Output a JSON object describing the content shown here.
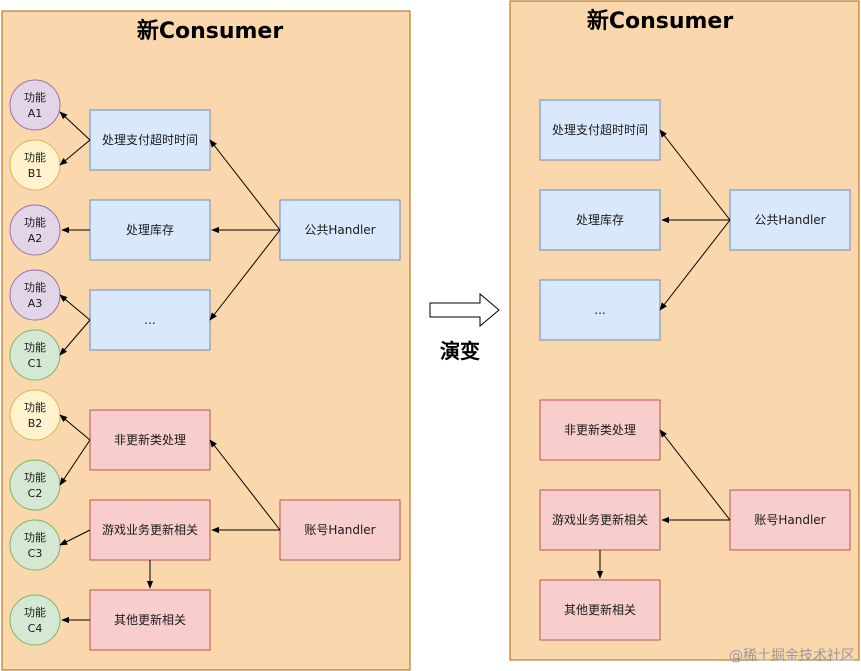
{
  "left_panel": {
    "title": "新Consumer",
    "circles": [
      {
        "line1": "功能",
        "line2": "A1"
      },
      {
        "line1": "功能",
        "line2": "B1"
      },
      {
        "line1": "功能",
        "line2": "A2"
      },
      {
        "line1": "功能",
        "line2": "A3"
      },
      {
        "line1": "功能",
        "line2": "C1"
      },
      {
        "line1": "功能",
        "line2": "B2"
      },
      {
        "line1": "功能",
        "line2": "C2"
      },
      {
        "line1": "功能",
        "line2": "C3"
      },
      {
        "line1": "功能",
        "line2": "C4"
      }
    ],
    "processors": {
      "payment_timeout": "处理支付超时时间",
      "inventory": "处理库存",
      "ellipsis": "...",
      "non_update": "非更新类处理",
      "game_update": "游戏业务更新相关",
      "other_update": "其他更新相关"
    },
    "handlers": {
      "public": "公共Handler",
      "account": "账号Handler"
    }
  },
  "arrow_label": "演变",
  "right_panel": {
    "title": "新Consumer",
    "processors": {
      "payment_timeout": "处理支付超时时间",
      "inventory": "处理库存",
      "ellipsis": "...",
      "non_update": "非更新类处理",
      "game_update": "游戏业务更新相关",
      "other_update": "其他更新相关"
    },
    "handlers": {
      "public": "公共Handler",
      "account": "账号Handler"
    }
  },
  "watermark": "@稀土掘金技术社区",
  "colors": {
    "panel_fill": "#fad7ac",
    "panel_stroke": "#b46504",
    "blue_fill": "#dae8fc",
    "blue_stroke": "#6c8ebf",
    "red_fill": "#f8cecc",
    "red_stroke": "#b85450",
    "purple_fill": "#e1d5e7",
    "purple_stroke": "#9673a6",
    "yellow_fill": "#fff2cc",
    "yellow_stroke": "#d6b656",
    "green_fill": "#d5e8d4",
    "green_stroke": "#82b366"
  }
}
